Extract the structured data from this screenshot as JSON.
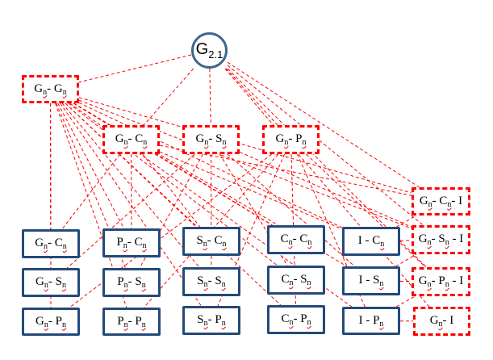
{
  "diagram": {
    "root": {
      "id": "root",
      "main": "G",
      "sub": "2.1"
    },
    "level1": [
      {
        "id": "gg",
        "label": [
          [
            "G",
            "n"
          ],
          [
            "- G",
            "n"
          ]
        ]
      }
    ],
    "level2": [
      {
        "id": "gc",
        "label": [
          [
            "G",
            "n"
          ],
          [
            "- C",
            "n"
          ]
        ]
      },
      {
        "id": "gs",
        "label": [
          [
            "G",
            "n"
          ],
          [
            "- S",
            "n"
          ]
        ]
      },
      {
        "id": "gp",
        "label": [
          [
            "G",
            "n"
          ],
          [
            "- P",
            "n"
          ]
        ]
      }
    ],
    "interaction_nodes": [
      {
        "id": "gci",
        "label": [
          [
            "G",
            "n"
          ],
          [
            "- C",
            "n"
          ],
          [
            "- I",
            ""
          ]
        ]
      },
      {
        "id": "gsi",
        "label": [
          [
            "G",
            "n"
          ],
          [
            "- S",
            "n"
          ],
          [
            " - I",
            ""
          ]
        ]
      },
      {
        "id": "gpi",
        "label": [
          [
            "G",
            "n"
          ],
          [
            "- P",
            "n"
          ],
          [
            " - I",
            ""
          ]
        ]
      },
      {
        "id": "gi",
        "label": [
          [
            "G",
            "n"
          ],
          [
            "- I",
            ""
          ]
        ]
      }
    ],
    "leaf_grid": [
      [
        {
          "id": "g_c",
          "label": [
            [
              "G",
              "n"
            ],
            [
              "- C",
              "n"
            ]
          ]
        },
        {
          "id": "g_s",
          "label": [
            [
              "G",
              "n"
            ],
            [
              "- S",
              "n"
            ]
          ]
        },
        {
          "id": "g_p",
          "label": [
            [
              "G",
              "n"
            ],
            [
              "- P",
              "n"
            ]
          ]
        }
      ],
      [
        {
          "id": "p_c",
          "label": [
            [
              "P",
              "n"
            ],
            [
              "- C",
              "n"
            ]
          ]
        },
        {
          "id": "p_s",
          "label": [
            [
              "P",
              "n"
            ],
            [
              "- S",
              "n"
            ]
          ]
        },
        {
          "id": "p_p",
          "label": [
            [
              "P",
              "n"
            ],
            [
              "- P",
              "n"
            ]
          ]
        }
      ],
      [
        {
          "id": "s_c",
          "label": [
            [
              "S",
              "n"
            ],
            [
              "- C",
              "n"
            ]
          ]
        },
        {
          "id": "s_s",
          "label": [
            [
              "S",
              "n"
            ],
            [
              "- S",
              "n"
            ]
          ]
        },
        {
          "id": "s_p",
          "label": [
            [
              "S",
              "n"
            ],
            [
              "- P",
              "n"
            ]
          ]
        }
      ],
      [
        {
          "id": "c_c",
          "label": [
            [
              "C",
              "n"
            ],
            [
              "- C",
              "n"
            ]
          ]
        },
        {
          "id": "c_s",
          "label": [
            [
              "C",
              "n"
            ],
            [
              "- S",
              "n"
            ]
          ]
        },
        {
          "id": "c_p",
          "label": [
            [
              "C",
              "n"
            ],
            [
              "- P",
              "n"
            ]
          ]
        }
      ],
      [
        {
          "id": "i_c",
          "label": [
            [
              "I - C",
              "n"
            ]
          ]
        },
        {
          "id": "i_s",
          "label": [
            [
              "I - S",
              "n"
            ]
          ]
        },
        {
          "id": "i_p",
          "label": [
            [
              "I - P",
              "n"
            ]
          ]
        }
      ]
    ],
    "edges": [
      [
        "root",
        "gg"
      ],
      [
        "root",
        "gc"
      ],
      [
        "root",
        "gs"
      ],
      [
        "root",
        "gp"
      ],
      [
        "root",
        "gci"
      ],
      [
        "root",
        "gsi"
      ],
      [
        "root",
        "gpi"
      ],
      [
        "root",
        "gi"
      ],
      [
        "gg",
        "g_c"
      ],
      [
        "gg",
        "g_s"
      ],
      [
        "gg",
        "g_p"
      ],
      [
        "gg",
        "p_c"
      ],
      [
        "gg",
        "p_s"
      ],
      [
        "gg",
        "p_p"
      ],
      [
        "gg",
        "s_c"
      ],
      [
        "gg",
        "s_s"
      ],
      [
        "gg",
        "s_p"
      ],
      [
        "gg",
        "c_c"
      ],
      [
        "gg",
        "c_s"
      ],
      [
        "gg",
        "c_p"
      ],
      [
        "gg",
        "i_c"
      ],
      [
        "gg",
        "i_s"
      ],
      [
        "gg",
        "i_p"
      ],
      [
        "gg",
        "gci"
      ],
      [
        "gg",
        "gsi"
      ],
      [
        "gc",
        "g_c"
      ],
      [
        "gc",
        "p_c"
      ],
      [
        "gc",
        "s_c"
      ],
      [
        "gc",
        "c_c"
      ],
      [
        "gc",
        "i_c"
      ],
      [
        "gc",
        "gci"
      ],
      [
        "gs",
        "g_s"
      ],
      [
        "gs",
        "p_s"
      ],
      [
        "gs",
        "s_s"
      ],
      [
        "gs",
        "c_s"
      ],
      [
        "gs",
        "i_s"
      ],
      [
        "gs",
        "gsi"
      ],
      [
        "gp",
        "g_p"
      ],
      [
        "gp",
        "p_p"
      ],
      [
        "gp",
        "s_p"
      ],
      [
        "gp",
        "c_p"
      ],
      [
        "gp",
        "i_p"
      ],
      [
        "gp",
        "gpi"
      ],
      [
        "i_c",
        "gci"
      ],
      [
        "i_s",
        "gsi"
      ],
      [
        "i_p",
        "gpi"
      ],
      [
        "i_p",
        "gi"
      ],
      [
        "i_c",
        "gsi"
      ],
      [
        "i_s",
        "gpi"
      ]
    ],
    "colors": {
      "edge": "#ff0000",
      "dashed_border": "#ff0000",
      "solid_border": "#24497a",
      "circle_border": "#41658f"
    }
  }
}
